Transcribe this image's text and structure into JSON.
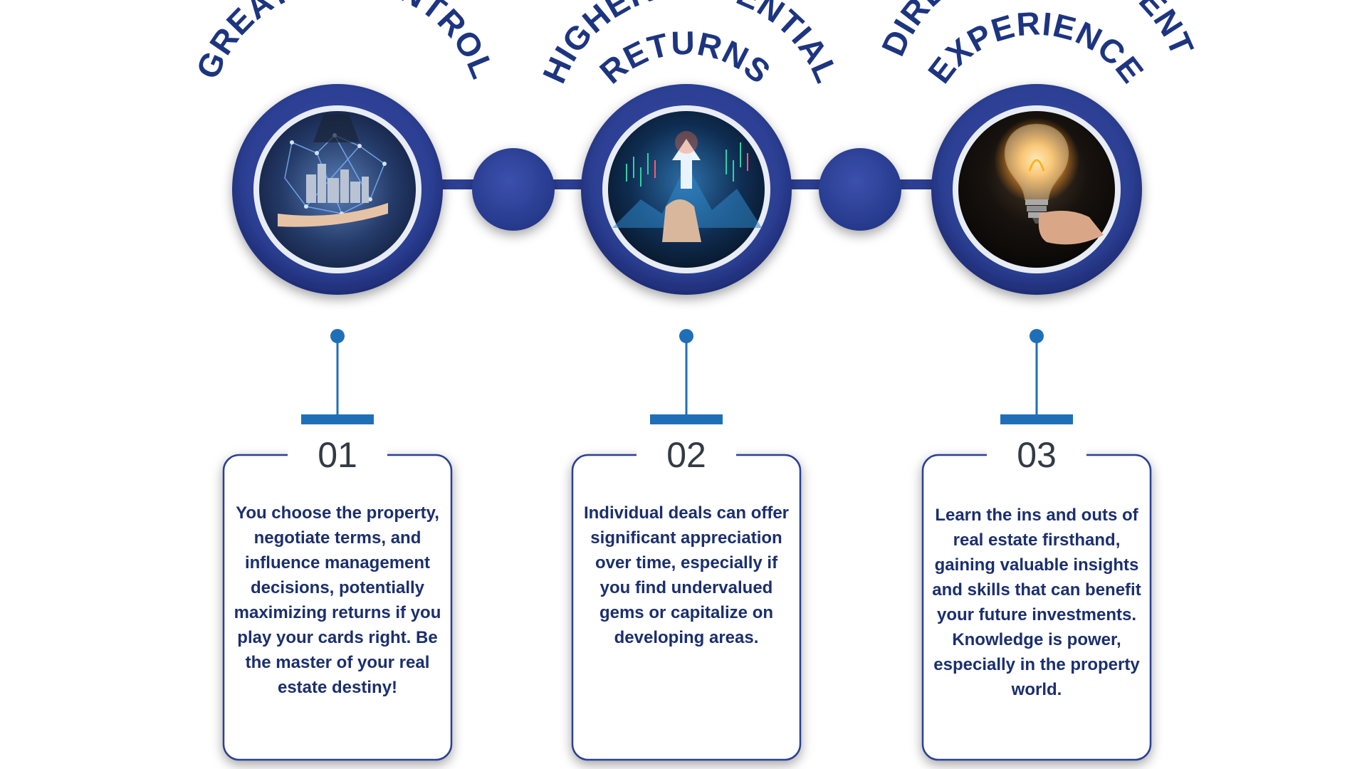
{
  "colors": {
    "navy": "#2c3f93",
    "navy_dark": "#1b2a72",
    "title": "#1d3580",
    "accent_blue": "#1f6fb8",
    "text": "#1b2f6e",
    "number": "#333a44"
  },
  "steps": [
    {
      "title_lines": [
        "GREATER CONTROL"
      ],
      "number": "01",
      "image_icon": "city-in-hand-icon",
      "description": "You choose the property, negotiate terms, and influence management decisions, potentially maximizing returns if you play your cards right. Be the master of your real estate destiny!"
    },
    {
      "title_lines": [
        "HIGHER POTENTIAL",
        "RETURNS"
      ],
      "number": "02",
      "image_icon": "rising-chart-icon",
      "description": "Individual deals can offer significant appreciation over time, especially if you find undervalued gems or capitalize on developing areas."
    },
    {
      "title_lines": [
        "DIRECT INVESTMENT",
        "EXPERIENCE"
      ],
      "number": "03",
      "image_icon": "light-bulb-icon",
      "description": "Learn the ins and outs of real estate firsthand, gaining valuable insights and skills that can benefit your future investments. Knowledge is power, especially in the property world."
    }
  ]
}
